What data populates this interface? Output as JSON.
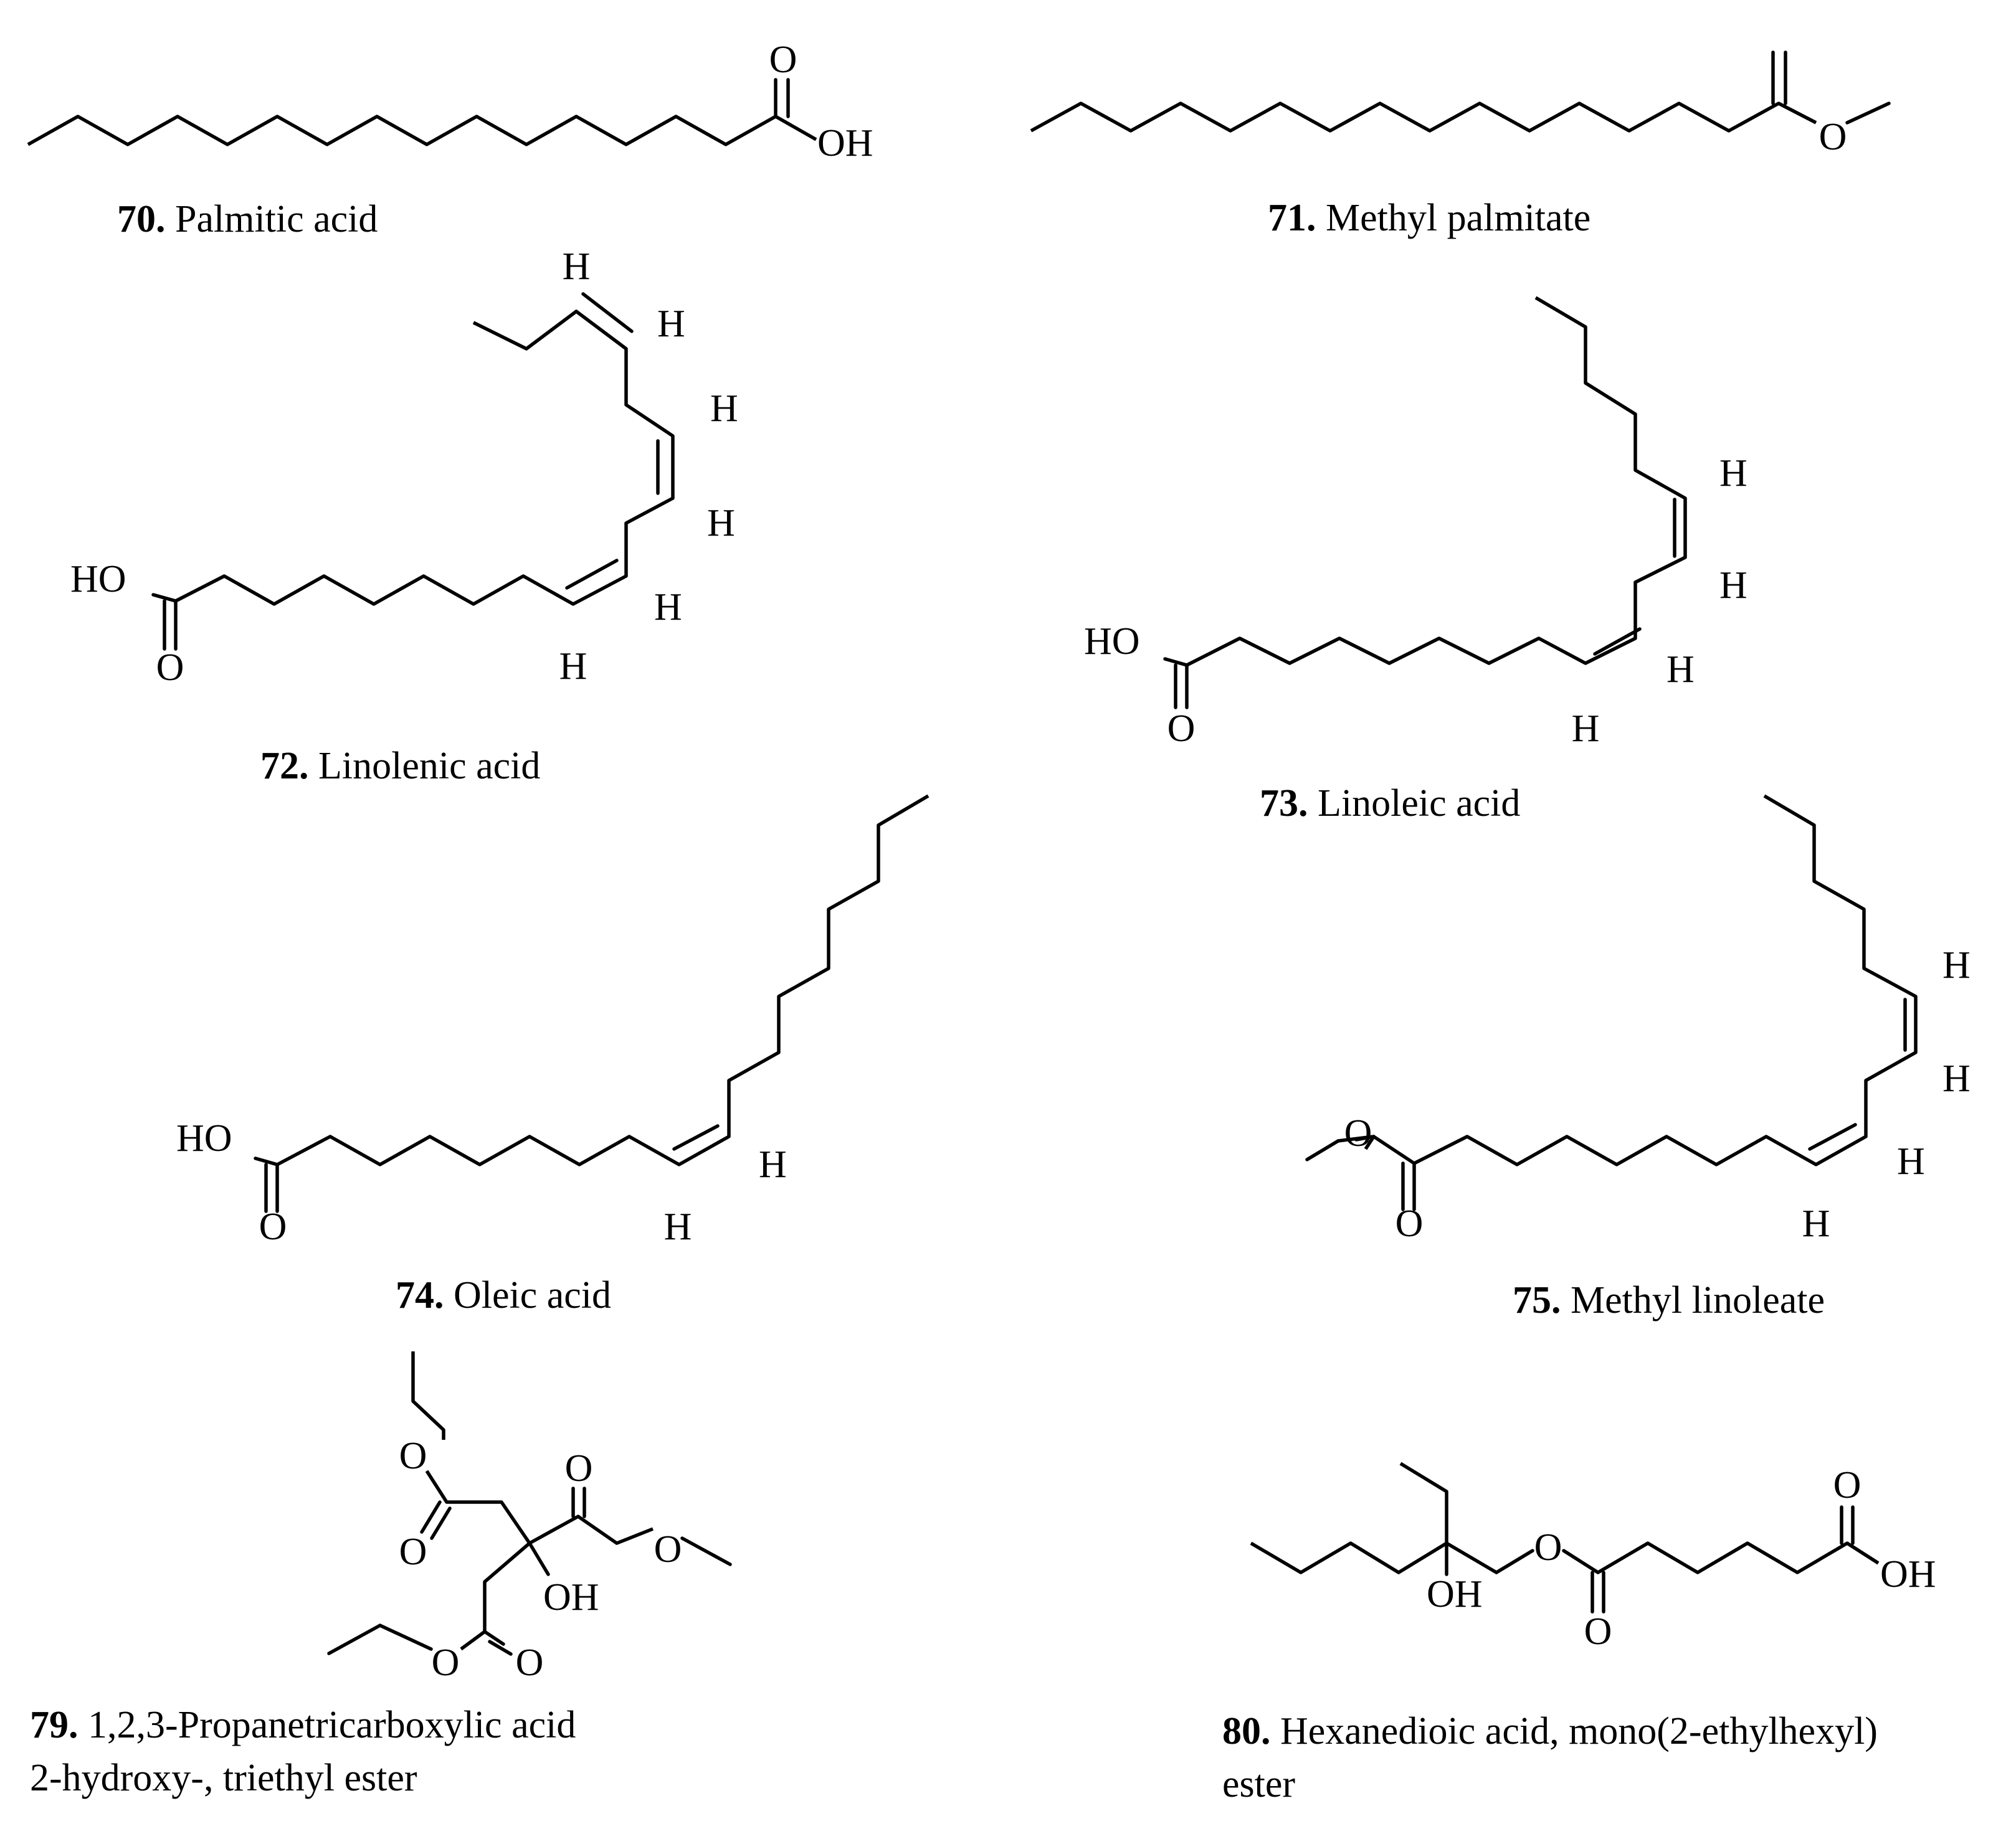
{
  "compounds": [
    {
      "id": "70",
      "number": "70.",
      "name": "Palmitic acid",
      "atoms": [
        "O",
        "OH"
      ]
    },
    {
      "id": "71",
      "number": "71.",
      "name": "Methyl palmitate",
      "atoms": [
        "O"
      ]
    },
    {
      "id": "72",
      "number": "72.",
      "name": "Linolenic acid",
      "atoms": [
        "H",
        "H",
        "H",
        "H",
        "H",
        "H",
        "HO",
        "O"
      ]
    },
    {
      "id": "73",
      "number": "73.",
      "name": "Linoleic acid",
      "atoms": [
        "H",
        "H",
        "H",
        "H",
        "HO",
        "O"
      ]
    },
    {
      "id": "74",
      "number": "74.",
      "name": "Oleic acid",
      "atoms": [
        "H",
        "H",
        "HO",
        "O"
      ]
    },
    {
      "id": "75",
      "number": "75.",
      "name": "Methyl linoleate",
      "atoms": [
        "H",
        "H",
        "H",
        "H",
        "O",
        "O"
      ]
    },
    {
      "id": "79",
      "number": "79.",
      "name": "1,2,3-Propanetricarboxylic acid",
      "name_line2": "2-hydroxy-, triethyl ester",
      "atoms": [
        "O",
        "O",
        "O",
        "O",
        "O",
        "O",
        "OH"
      ]
    },
    {
      "id": "80",
      "number": "80.",
      "name": "Hexanedioic acid, mono(2-ethylhexyl)",
      "name_line2": "ester",
      "atoms": [
        "O",
        "O",
        "O",
        "OH",
        "OH"
      ]
    }
  ]
}
